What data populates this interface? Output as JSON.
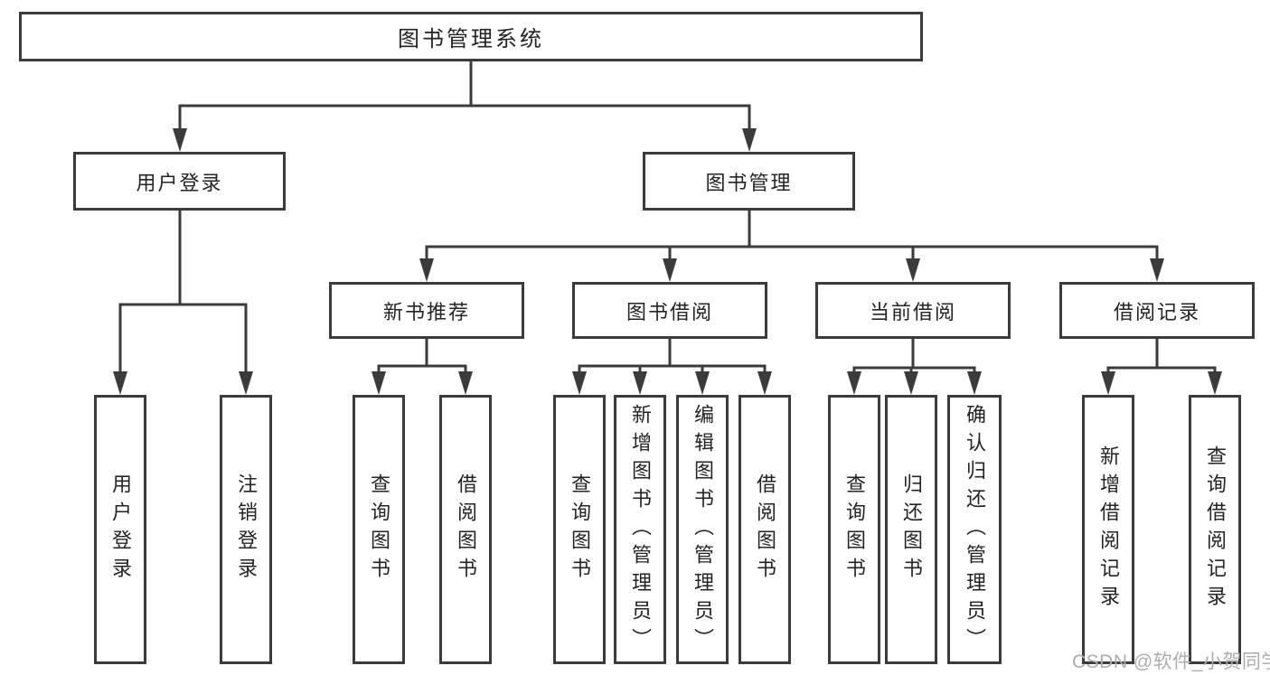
{
  "colors": {
    "line": "#3b3b3b",
    "box_border": "#3b3b3b",
    "text": "#242424",
    "watermark_text": "#adadad",
    "background": "#ffffff"
  },
  "tree": {
    "label": "图书管理系统",
    "children": [
      {
        "label": "用户登录",
        "children": [
          {
            "label": "用户登录"
          },
          {
            "label": "注销登录"
          }
        ]
      },
      {
        "label": "图书管理",
        "children": [
          {
            "label": "新书推荐",
            "children": [
              {
                "label": "查询图书"
              },
              {
                "label": "借阅图书"
              }
            ]
          },
          {
            "label": "图书借阅",
            "children": [
              {
                "label": "查询图书"
              },
              {
                "label": "新增图书（管理员）"
              },
              {
                "label": "编辑图书（管理员）"
              },
              {
                "label": "借阅图书"
              }
            ]
          },
          {
            "label": "当前借阅",
            "children": [
              {
                "label": "查询图书"
              },
              {
                "label": "归还图书"
              },
              {
                "label": "确认归还（管理员）"
              }
            ]
          },
          {
            "label": "借阅记录",
            "children": [
              {
                "label": "新增借阅记录"
              },
              {
                "label": "查询借阅记录"
              }
            ]
          }
        ]
      }
    ]
  },
  "watermark": {
    "label": "CSDN @软件_小贺同学"
  }
}
